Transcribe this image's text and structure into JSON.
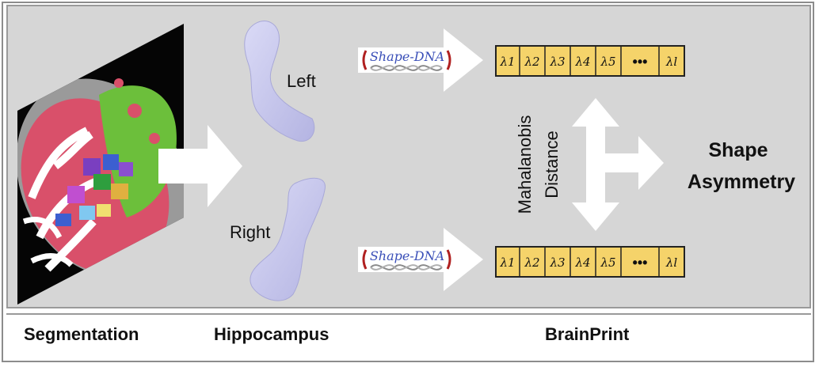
{
  "labels": {
    "left": "Left",
    "right": "Right",
    "distance_line1": "Mahalanobis",
    "distance_line2": "Distance",
    "result_line1": "Shape",
    "result_line2": "Asymmetry",
    "shape_dna": "Shape-DNA"
  },
  "eigenvalues": {
    "top": [
      "λ1",
      "λ2",
      "λ3",
      "λ4",
      "λ5",
      "•••",
      "λl"
    ],
    "bottom": [
      "λ1",
      "λ2",
      "λ3",
      "λ4",
      "λ5",
      "•••",
      "λl"
    ]
  },
  "footer": {
    "segmentation": "Segmentation",
    "hippocampus": "Hippocampus",
    "brainprint": "BrainPrint"
  },
  "colors": {
    "panel_bg": "#d6d6d6",
    "eigen_fill": "#f5d36a",
    "hippocampus": "#c9c9ee",
    "arrow": "#ffffff"
  }
}
